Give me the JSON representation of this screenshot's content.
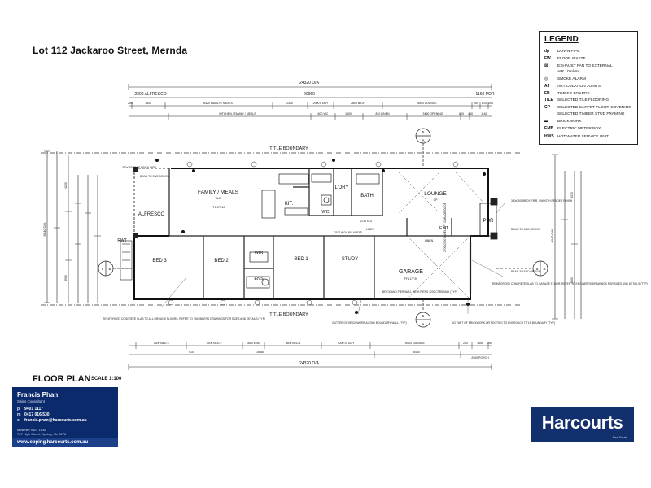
{
  "page": {
    "title": "Lot 112 Jackaroo Street, Mernda",
    "floorplan_label": "FLOOR PLAN",
    "scale_label": "SCALE 1:100"
  },
  "legend": {
    "title": "LEGEND",
    "items": [
      {
        "symbol": "dp",
        "label": "DOWN PIPE"
      },
      {
        "symbol": "FW",
        "label": "FLOOR WASTE"
      },
      {
        "symbol": "⊠",
        "label": "EXHAUST FAN TO EXTERNAL"
      },
      {
        "symbol": "",
        "label": "AIR 10m³/m²"
      },
      {
        "symbol": "◎",
        "label": "SMOKE ALARM"
      },
      {
        "symbol": "AJ",
        "label": "ARTICULATION JOINTS"
      },
      {
        "symbol": "FB",
        "label": "TIMBER BOARDS"
      },
      {
        "symbol": "TILE",
        "label": "SELECTED TILE FLOORING"
      },
      {
        "symbol": "CP",
        "label": "SELECTED CARPET FLOOR COVERING"
      },
      {
        "symbol": "",
        "label": "SELECTED TIMBER STUD FRAMING"
      },
      {
        "symbol": "▬",
        "label": "BRICKWORK"
      },
      {
        "symbol": "EMB",
        "label": "ELECTRIC METER BOX"
      },
      {
        "symbol": "HWS",
        "label": "HOT WATER SERVICE UNIT"
      }
    ]
  },
  "plan": {
    "rooms": {
      "family_meals": "FAMILY / MEALS",
      "kit": "KIT.",
      "lory": "L'DRY",
      "bath": "BATH",
      "lounge": "LOUNGE",
      "alfresco": "ALFRESCO",
      "wc": "WC",
      "ent": "ENT.",
      "por": "POR",
      "bed3": "BED 3",
      "bed2": "BED 2",
      "wir": "WIR",
      "ens": "ENS",
      "bed1": "BED 1",
      "study": "STUDY",
      "garage": "GARAGE",
      "linen": "LINEN",
      "linen2": "LINEN"
    },
    "floor_codes": {
      "tile": "TILE",
      "cp": "CP",
      "fl_tile": "FFL 177.10",
      "gar_fl": "FFL 177.90"
    },
    "boundaries": {
      "top": "TITLE BOUNDARY",
      "bottom": "TITLE BOUNDARY"
    },
    "dims": {
      "overall_top": "24320 O/A",
      "overall_bottom": "24320 O/A",
      "top_row1": [
        "2300 ALFRESCO",
        "20960",
        "1160 POR"
      ],
      "top_row2": [
        "250",
        "1800",
        "6420 FAMILY / MEALS",
        "2300",
        "2000 L'DRY",
        "2800 BATH",
        "5500 LOUNGE",
        "250",
        "810",
        "250"
      ],
      "top_row3": [
        "KITCHEN / FAMILY / MEALS",
        "1600 WC",
        "1500",
        "810 LINEN",
        "3460 OPENING",
        "600",
        "440",
        "1160"
      ],
      "bottom_row1": [
        "3300 BED 3",
        "3200 BED 2",
        "1600 ENS",
        "3500 BED 1",
        "3000 STUDY",
        "6000 GARAGE",
        "210",
        "1650",
        "250"
      ],
      "bottom_row2": [
        "510",
        "15880",
        "6400",
        "2000 PORCH"
      ],
      "left": [
        "8140 O/A",
        "4200",
        "3900"
      ],
      "right": [
        "9040 O/A",
        "3470",
        "4000"
      ]
    },
    "notes": {
      "face_brick": "350x350 FACE BRICK PIER",
      "beam": "BEAM TO END DESIGN",
      "render": "350x350 BRICK PIER, SMOOTH RENDER FINISH",
      "beam_end": "BEAM TO END DESIGN",
      "slab_left": "REINFORCED CONCRETE SLAB TO ALL GROUND FLOORS. REFER TO ENGINEERS DRAWINGS FOR SIZES AND DETAILS (TYP)",
      "slab_right": "REINFORCED CONCRETE SLAB TO GARAGE FLOOR. REFER TO ENGINEERS DRAWINGS FOR SIZES AND DETAILS (TYP)",
      "gutter": "GUTTER ON BRICKWORK ALONG BOUNDARY WALL (TYP)",
      "footing": "NO PART OF BRICKWORK OR FOOTING TO ENCROACH TITLE BOUNDARY (TYP)",
      "pier": "BRICK AND PIER WALL WITH PIERS 1200 CTRS MAX (TYP)",
      "door": "2700x2000 PANEL LIFT GARAGE DOOR",
      "rwt": "RWT",
      "slo": "2730 SLO",
      "bulkhead": "2100 HIGH BULKHEAD"
    },
    "markers": {
      "section_a": "A",
      "section_b": "B",
      "num5": "5",
      "dp": "dp"
    }
  },
  "agent": {
    "name": "Francis Phan",
    "role": "Sales Consultant",
    "phone_label": "p",
    "phone": "9401 1117",
    "mobile_label": "m",
    "mobile": "0417 016 530",
    "email_label": "e",
    "email": "francis.phan@harcourts.com.au",
    "fax": "facsimile 9401 1636",
    "address": "767 High Street, Epping, Vic 3076",
    "website": "www.epping.harcourts.com.au"
  },
  "brand": {
    "name": "Harcourts",
    "sub": "Real Estate"
  },
  "colors": {
    "agent_bg": "#0b2a6b",
    "brand_bg": "#13306e",
    "line": "#222222"
  }
}
